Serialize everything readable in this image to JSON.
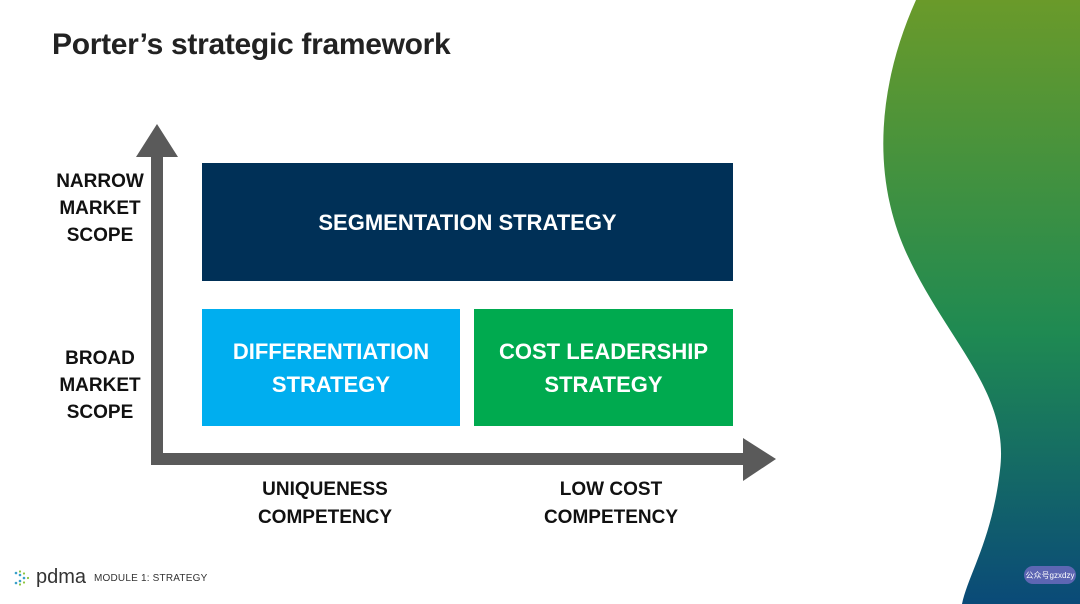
{
  "title": "Porter’s strategic framework",
  "y_axis": {
    "top_label": [
      "NARROW",
      "MARKET",
      "SCOPE"
    ],
    "bottom_label": [
      "BROAD",
      "MARKET",
      "SCOPE"
    ]
  },
  "x_axis": {
    "left_label": [
      "UNIQUENESS",
      "COMPETENCY"
    ],
    "right_label": [
      "LOW COST",
      "COMPETENCY"
    ]
  },
  "boxes": {
    "segmentation": {
      "lines": [
        "SEGMENTATION STRATEGY"
      ],
      "color": "#003057"
    },
    "differentiation": {
      "lines": [
        "DIFFERENTIATION",
        "STRATEGY"
      ],
      "color": "#00AEEF"
    },
    "cost_leadership": {
      "lines": [
        "COST LEADERSHIP",
        "STRATEGY"
      ],
      "color": "#00AA4F"
    }
  },
  "footer": {
    "logo": "pdma",
    "module": "MODULE 1:  STRATEGY",
    "watermark": "公众号gzxdzy"
  },
  "colors": {
    "axis": "#5a5a5a",
    "wave_top": "#6a9a2a",
    "wave_mid": "#1f8a52",
    "wave_bottom": "#0a4a78"
  }
}
